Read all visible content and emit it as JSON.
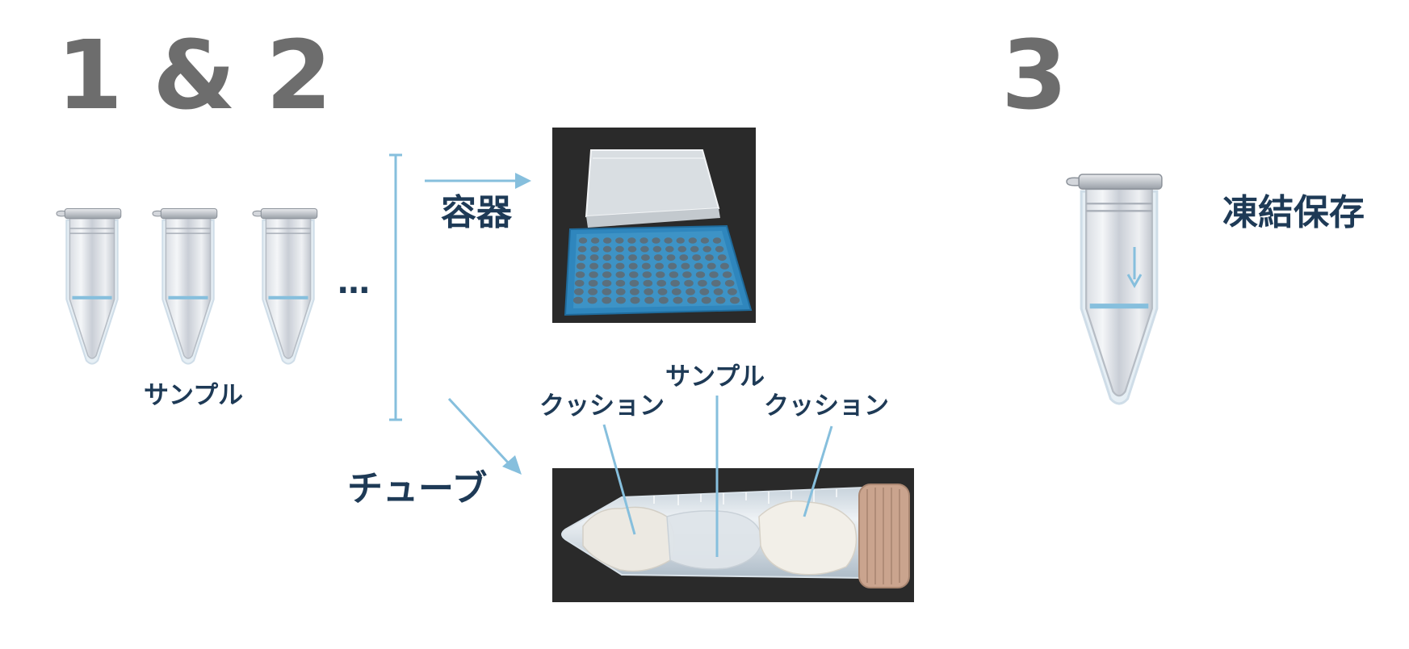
{
  "steps": {
    "left": "1 & 2",
    "right": "3"
  },
  "labels": {
    "sample_under_tubes": "サンプル",
    "ellipsis": "…",
    "container": "容器",
    "tube": "チューブ",
    "cushion_left": "クッション",
    "sample_center": "サンプル",
    "cushion_right": "クッション",
    "frozen_storage": "凍結保存"
  },
  "colors": {
    "accent_blue": "#86bfdd",
    "label_navy": "#1e3a56",
    "step_gray": "#6d6d6d",
    "rack_blue": "#2f86bd",
    "photo_bg": "#2a2a2a",
    "cap_tan": "#caa48e"
  }
}
